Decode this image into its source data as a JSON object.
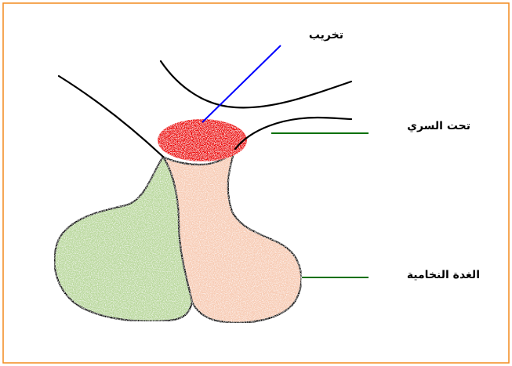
{
  "labels": {
    "lesion": "تخريب",
    "hypothalamus": "تحت السري",
    "pituitary": "الغدة النخامية"
  },
  "colors": {
    "frame": "#f28a1e",
    "lesion": "#ee0000",
    "posterior_lobe": "#f7cbb3",
    "anterior_lobe": "#b9d89b",
    "lesion_pointer": "#0000ff",
    "label_pointers": "#007000",
    "outline": "#000000"
  }
}
